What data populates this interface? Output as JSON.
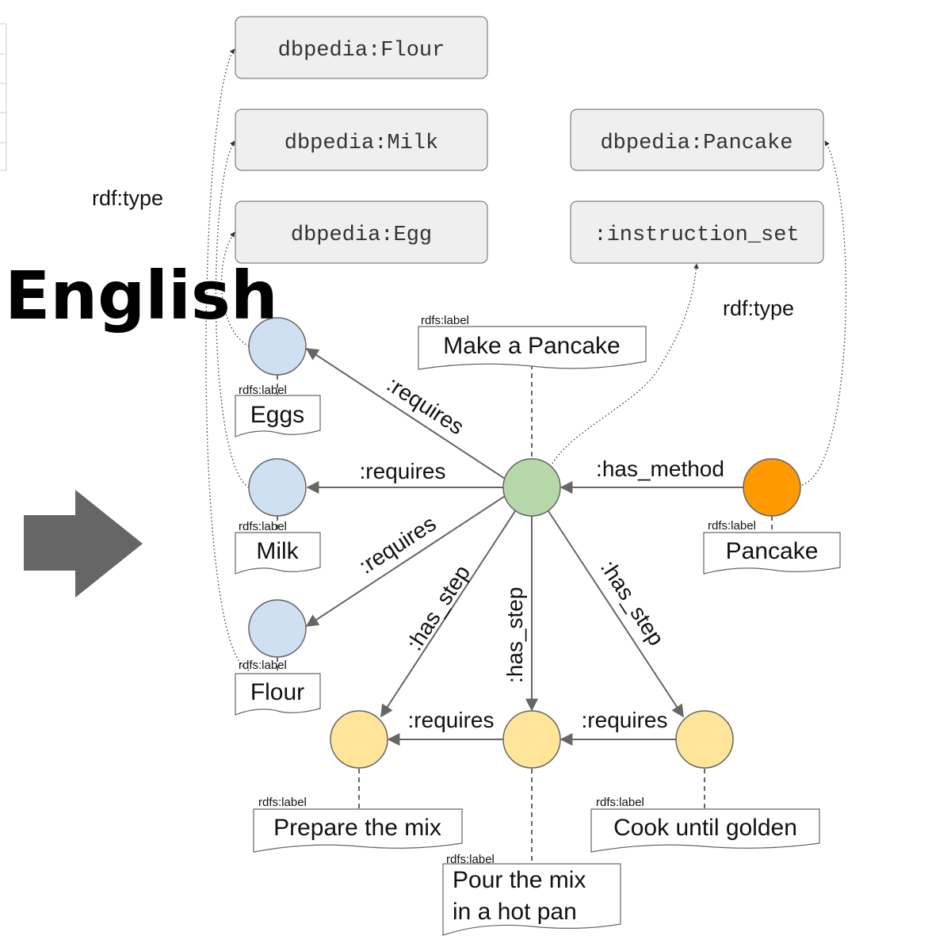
{
  "heading": "English",
  "rdf_type_left": "rdf:type",
  "rdf_type_right": "rdf:type",
  "class_boxes": {
    "flour": "dbpedia:Flour",
    "milk": "dbpedia:Milk",
    "egg": "dbpedia:Egg",
    "pancake": "dbpedia:Pancake",
    "instruction_set": ":instruction_set"
  },
  "labels": {
    "make": "Make a Pancake",
    "eggs": "Eggs",
    "milk": "Milk",
    "flour": "Flour",
    "pancake": "Pancake",
    "prepare": "Prepare the mix",
    "pour_line1": "Pour the mix",
    "pour_line2": "in a hot pan",
    "cook": "Cook until golden"
  },
  "rdfs_label": "rdfs:label",
  "edges": {
    "requires": ":requires",
    "has_method": ":has_method",
    "has_step": ":has_step"
  },
  "colors": {
    "ingredient_node": "#cfe0f3",
    "instruction_node": "#b6d7a8",
    "recipe_node": "#ff9900",
    "step_node": "#ffe599",
    "class_box_fill": "#efefef",
    "arrow_icon": "#666666",
    "edge": "#666666"
  }
}
